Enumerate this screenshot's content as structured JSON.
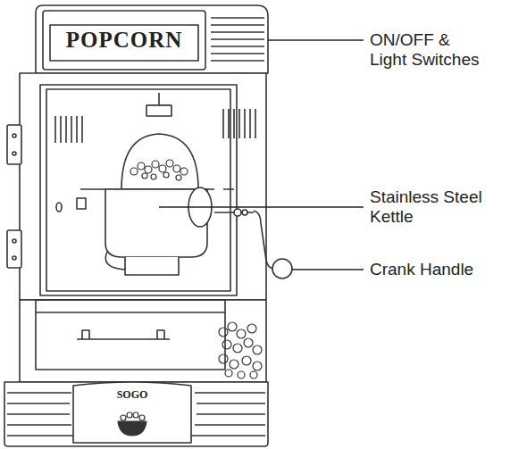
{
  "diagram": {
    "labels": [
      "POPCORN",
      "SOGO",
      "ON/OFF & Light Switches",
      "Stainless Steel Kettle",
      "Crank Handle"
    ]
  }
}
